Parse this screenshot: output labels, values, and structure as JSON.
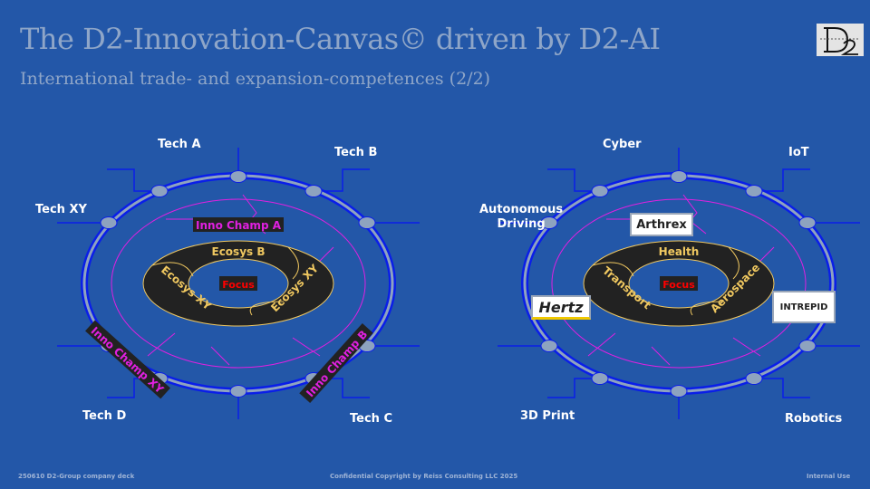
{
  "header": {
    "title": "The D2-Innovation-Canvas© driven by D2-AI",
    "subtitle": "International trade- and expansion-competences (2/2)",
    "logo_text": "D2"
  },
  "left": {
    "outer_labels": [
      "Tech  A",
      "Tech  B",
      "Tech  XY",
      "Tech  D",
      "Tech  C"
    ],
    "champs": [
      "Inno Champ A",
      "Inno Champ XY",
      "Inno Champ B"
    ],
    "ecosys": [
      "Ecosys B",
      "Ecosys XY",
      "Ecosys XY"
    ],
    "focus": "Focus"
  },
  "right": {
    "outer_labels": [
      "Cyber",
      "IoT",
      "Autonomous\nDriving",
      "3D Print",
      "Robotics"
    ],
    "ecosys": [
      "Health",
      "Transport",
      "Aerospace"
    ],
    "logos": [
      "Arthrex",
      "Hertz",
      "INTREPID"
    ],
    "focus": "Focus"
  },
  "footer": {
    "left": "250610 D2-Group company deck",
    "center": "Confidential Copyright by Reiss Consulting LLC 2025",
    "right": "Internal Use"
  },
  "colors": {
    "bg": "#2357a8",
    "ring": "#0a1ee8",
    "node": "#8ea3bf",
    "magenta": "#e020e0",
    "ring_dark": "#222222",
    "gold": "#f0c860",
    "focus": "#ff0000"
  }
}
